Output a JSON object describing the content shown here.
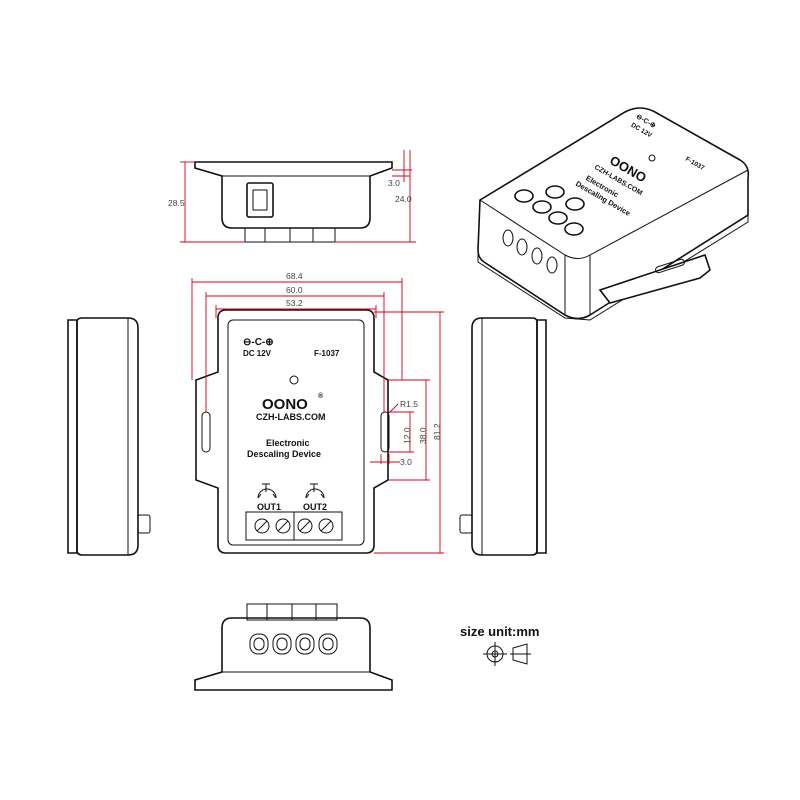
{
  "dimensions": {
    "height_side": "28.5",
    "height_inner": "24.0",
    "flange_thickness": "3.0",
    "width_overall": "68.4",
    "width_mount": "60.0",
    "width_body": "53.2",
    "radius": "R1.5",
    "slot_length": "12.0",
    "ear_height": "38.0",
    "length_overall": "81.2",
    "slot_offset": "3.0"
  },
  "label": {
    "dc_label": "DC 12V",
    "model": "F-1037",
    "brand": "OONO",
    "website": "CZH-LABS.COM",
    "device_line1": "Electronic",
    "device_line2": "Descaling Device",
    "out1": "OUT1",
    "out2": "OUT2"
  },
  "unit_note": "size unit:mm",
  "colors": {
    "outline": "#111111",
    "dimension": "#d0021b"
  }
}
